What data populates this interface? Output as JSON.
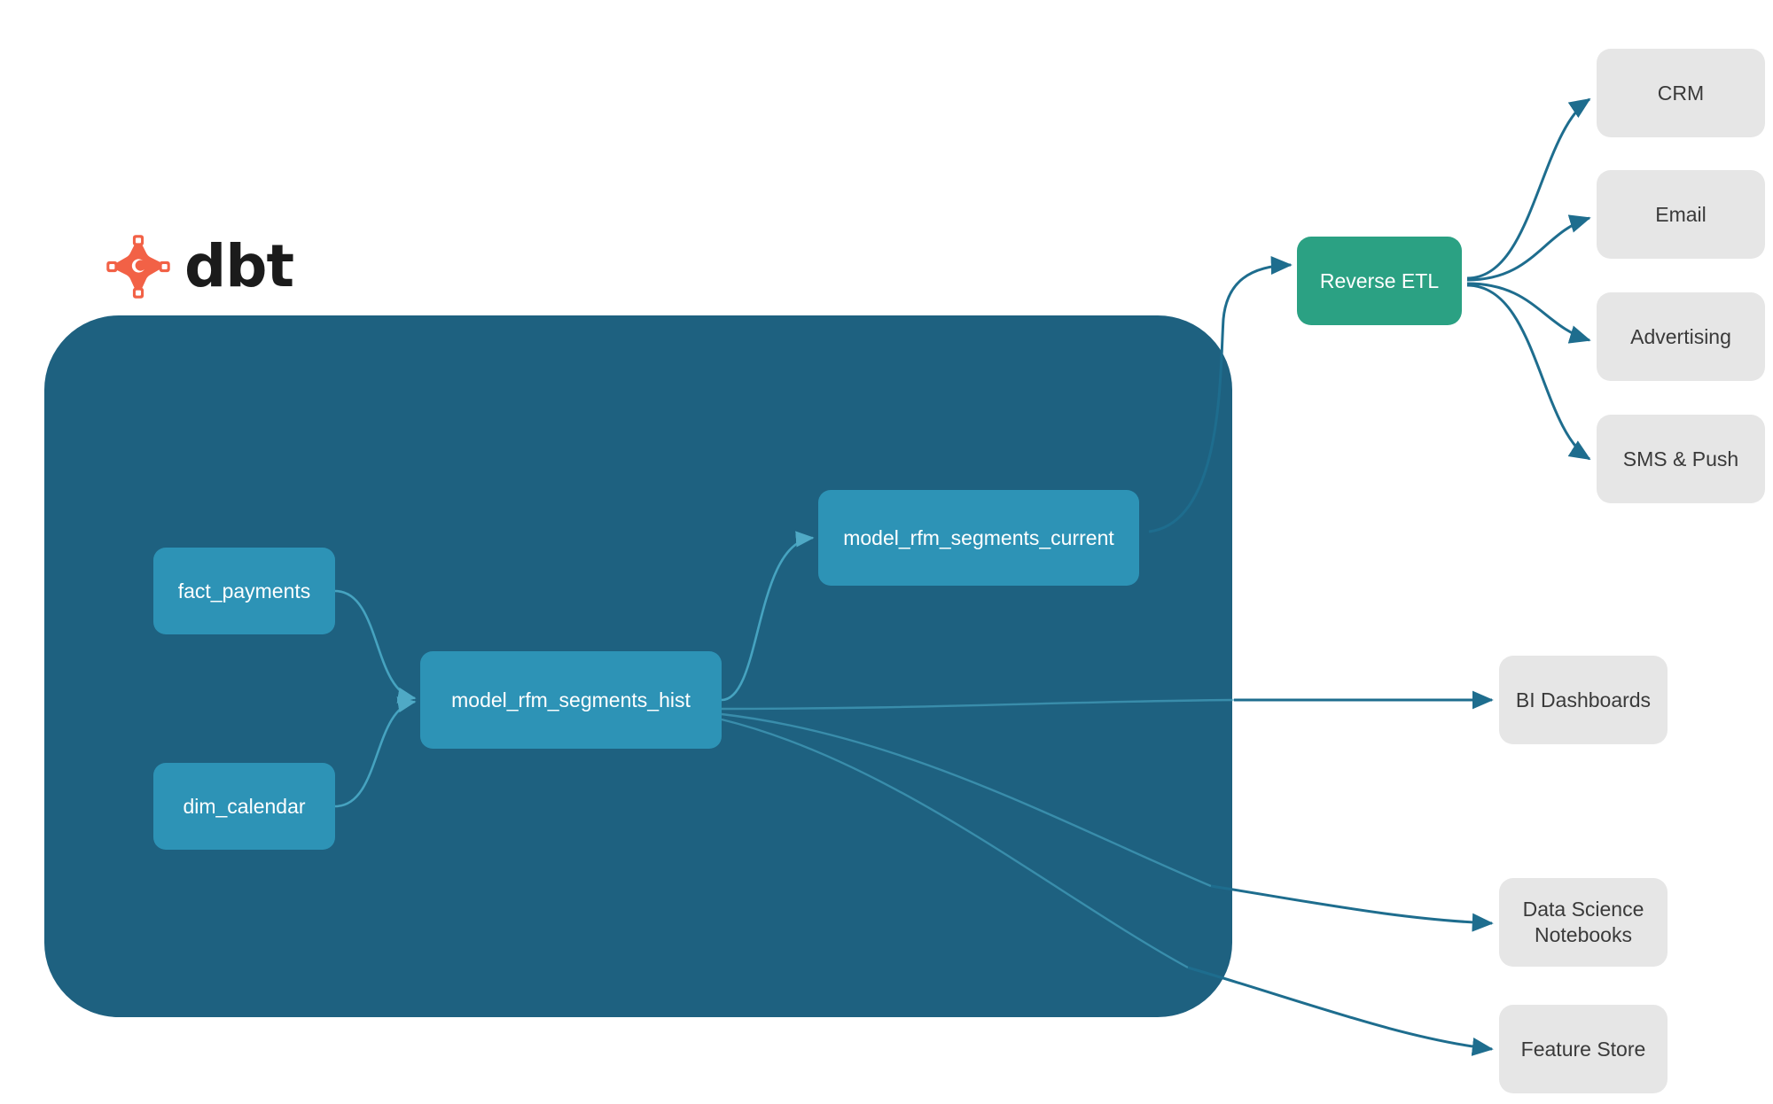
{
  "brand": {
    "logo_name": "dbt-logo",
    "wordmark": "dbt",
    "logo_color": "#f26146"
  },
  "colors": {
    "warehouse_fill": "#1e6180",
    "model_node_fill": "#2d93b6",
    "reverse_etl_fill": "#2ba183",
    "destination_fill": "#e6e6e6",
    "external_edge": "#1e6d8e",
    "internal_edge": "#3fa6c4",
    "node_label": "#ffffff",
    "destination_label": "#3a3a3a"
  },
  "warehouse": {
    "name": "warehouse-container",
    "models": [
      {
        "id": "fact_payments",
        "label": "fact_payments"
      },
      {
        "id": "dim_calendar",
        "label": "dim_calendar"
      },
      {
        "id": "model_rfm_segments_hist",
        "label": "model_rfm_segments_hist"
      },
      {
        "id": "model_rfm_segments_current",
        "label": "model_rfm_segments_current"
      }
    ]
  },
  "activation": {
    "hub": {
      "id": "reverse_etl",
      "label": "Reverse ETL"
    },
    "destinations": [
      {
        "id": "crm",
        "label": "CRM"
      },
      {
        "id": "email",
        "label": "Email"
      },
      {
        "id": "advertising",
        "label": "Advertising"
      },
      {
        "id": "sms_push",
        "label": "SMS & Push"
      }
    ]
  },
  "consumers": [
    {
      "id": "bi_dashboards",
      "label": "BI Dashboards"
    },
    {
      "id": "data_science_notebooks",
      "label": "Data Science\nNotebooks",
      "line1": "Data Science",
      "line2": "Notebooks"
    },
    {
      "id": "feature_store",
      "label": "Feature Store"
    }
  ],
  "edges": [
    {
      "from": "fact_payments",
      "to": "model_rfm_segments_hist",
      "style": "internal"
    },
    {
      "from": "dim_calendar",
      "to": "model_rfm_segments_hist",
      "style": "internal"
    },
    {
      "from": "model_rfm_segments_hist",
      "to": "model_rfm_segments_current",
      "style": "internal"
    },
    {
      "from": "model_rfm_segments_current",
      "to": "reverse_etl",
      "style": "external"
    },
    {
      "from": "model_rfm_segments_hist",
      "to": "bi_dashboards",
      "style": "external"
    },
    {
      "from": "model_rfm_segments_hist",
      "to": "data_science_notebooks",
      "style": "external"
    },
    {
      "from": "model_rfm_segments_hist",
      "to": "feature_store",
      "style": "external"
    },
    {
      "from": "reverse_etl",
      "to": "crm",
      "style": "external"
    },
    {
      "from": "reverse_etl",
      "to": "email",
      "style": "external"
    },
    {
      "from": "reverse_etl",
      "to": "advertising",
      "style": "external"
    },
    {
      "from": "reverse_etl",
      "to": "sms_push",
      "style": "external"
    }
  ]
}
